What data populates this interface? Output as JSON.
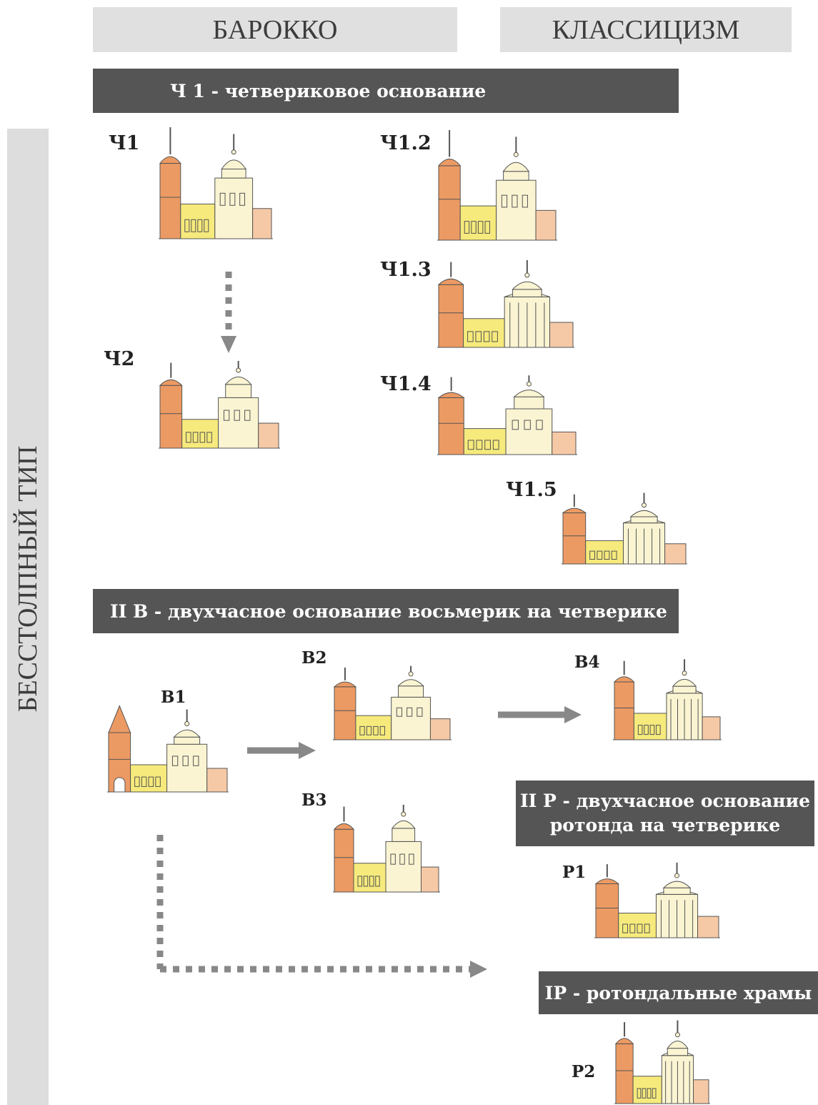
{
  "headers": {
    "baroque": "БАРОККО",
    "classicism": "КЛАССИЦИЗМ"
  },
  "side_label": "БЕССТОЛПНЫЙ ТИП",
  "sections": {
    "ch1": "Ч 1 - четвериковое основание",
    "iiv": "II В - двухчасное основание восьмерик на четверике",
    "iir_line1": "II Р - двухчасное основание",
    "iir_line2": "ротонда на четверике",
    "ir": "IР - ротондальные храмы"
  },
  "codes": {
    "ch1": "Ч1",
    "ch2": "Ч2",
    "ch1_2": "Ч1.2",
    "ch1_3": "Ч1.3",
    "ch1_4": "Ч1.4",
    "ch1_5": "Ч1.5",
    "v1": "В1",
    "v2": "В2",
    "v3": "В3",
    "v4": "В4",
    "r1": "Р1",
    "r2": "Р2"
  },
  "colors": {
    "bell_tower": "#ec9a63",
    "refectory": "#f6ea7c",
    "main_volume": "#faf4d2",
    "apse": "#f6c9a6",
    "outline": "#555555",
    "arrow": "#888888",
    "dark_bar": "#555555",
    "light_bar": "#e0e0e0"
  }
}
